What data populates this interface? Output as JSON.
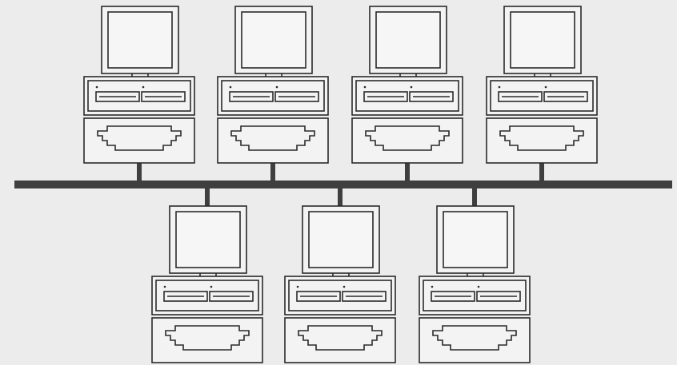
{
  "diagram": {
    "kind": "bus-network",
    "colors": {
      "background": "#ececec",
      "line": "#2a2a2a",
      "bus": "#3f3f3f",
      "panel": "#f3f3f3"
    },
    "bus": {
      "name": "backbone-bus"
    },
    "nodes": [
      {
        "id": "pc-1",
        "row": "top",
        "icon": "desktop-computer-icon"
      },
      {
        "id": "pc-2",
        "row": "top",
        "icon": "desktop-computer-icon"
      },
      {
        "id": "pc-3",
        "row": "top",
        "icon": "desktop-computer-icon"
      },
      {
        "id": "pc-4",
        "row": "top",
        "icon": "desktop-computer-icon"
      },
      {
        "id": "pc-5",
        "row": "bottom",
        "icon": "desktop-computer-icon"
      },
      {
        "id": "pc-6",
        "row": "bottom",
        "icon": "desktop-computer-icon"
      },
      {
        "id": "pc-7",
        "row": "bottom",
        "icon": "desktop-computer-icon"
      }
    ]
  }
}
